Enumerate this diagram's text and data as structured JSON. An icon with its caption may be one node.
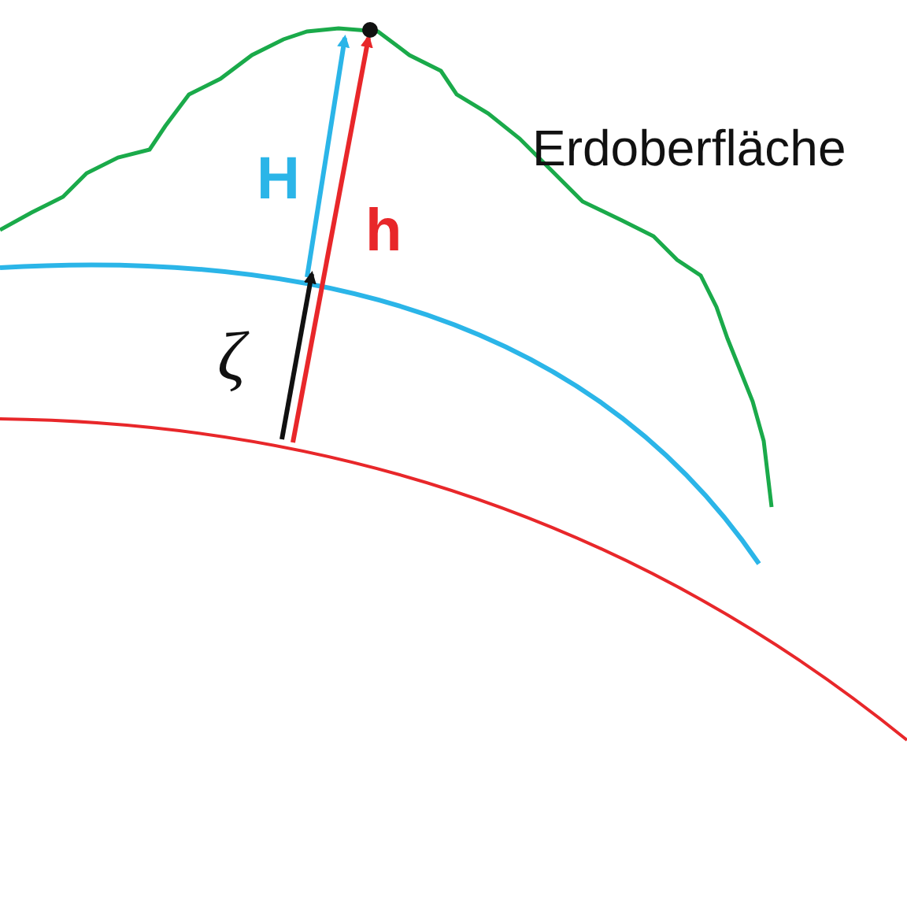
{
  "diagram": {
    "labels": [
      "H",
      "h",
      "ζ",
      "Erdoberfläche"
    ]
  }
}
